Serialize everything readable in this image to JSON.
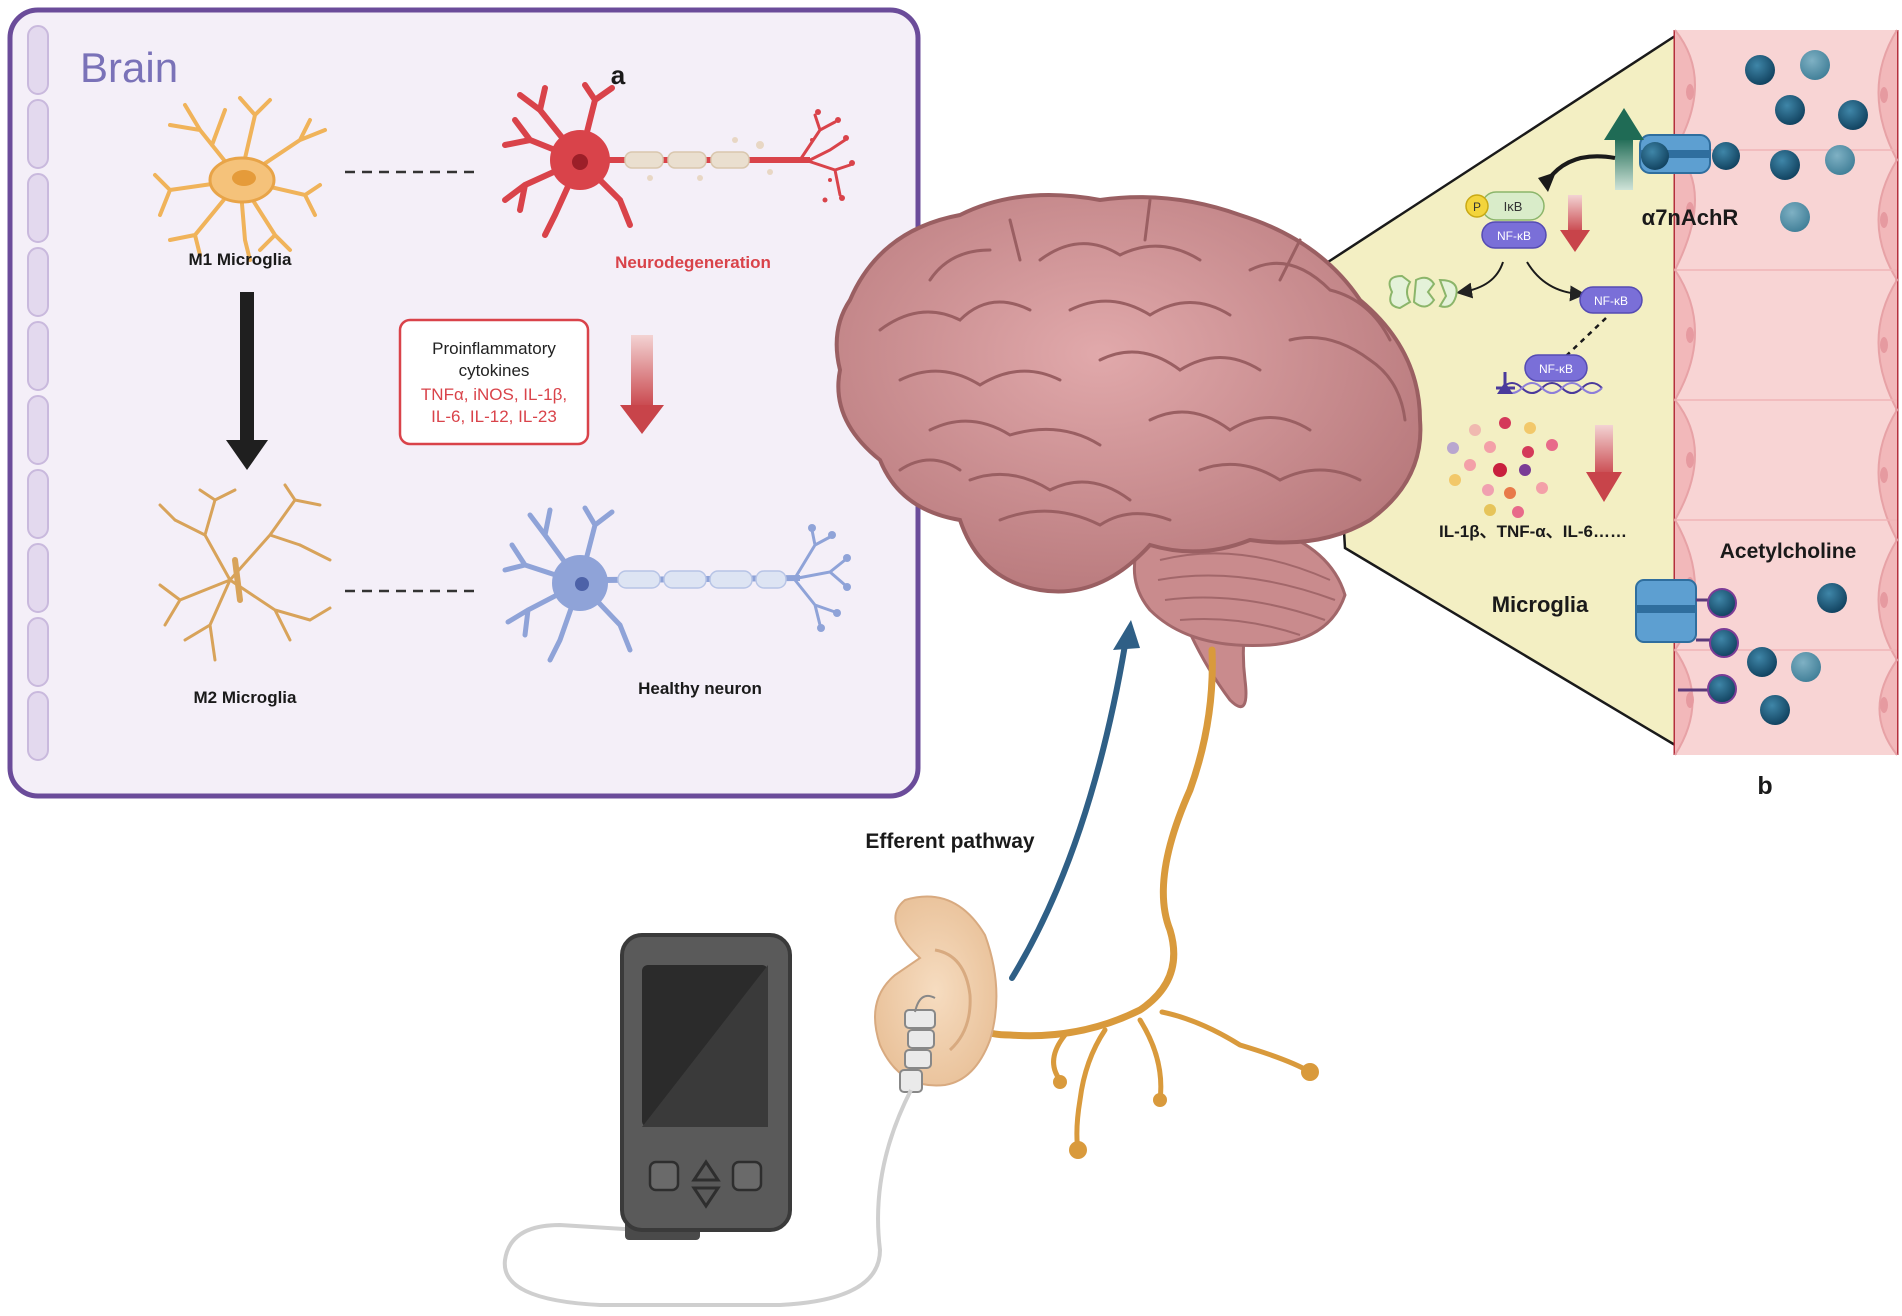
{
  "panel_a": {
    "box_title": "Brain",
    "letter": "a",
    "m1_label": "M1 Microglia",
    "m2_label": "M2 Microglia",
    "neurodegeneration_label": "Neurodegeneration",
    "healthy_neuron_label": "Healthy neuron",
    "cytokine_box": {
      "line1": "Proinflammatory",
      "line2": "cytokines",
      "line3": "TNFα, iNOS, IL-1β,",
      "line4": "IL-6, IL-12, IL-23"
    }
  },
  "panel_b": {
    "letter": "b",
    "receptor_label": "α7nAchR",
    "acetylcholine_label": "Acetylcholine",
    "microglia_label": "Microglia",
    "p_label": "P",
    "ikb_label": "IκB",
    "nfkb_label": "NF-κB",
    "nfkb_free_label": "NF-κB",
    "nfkb_dna_label": "NF-κB",
    "cytokines_label": "IL-1β、TNF-α、IL-6……"
  },
  "pathway": {
    "efferent_label": "Efferent pathway"
  },
  "colors": {
    "panel_border": "#6b4c9a",
    "panel_fill": "#f4eff8",
    "m1_microglia": "#f0b35a",
    "m2_microglia": "#d8a35a",
    "damaged_neuron": "#d9434a",
    "healthy_neuron": "#8fa3d8",
    "brain": "#c98b8d",
    "nerve": "#d99a3c",
    "efferent_arrow": "#2f5f86",
    "triangle": "#f3efc3",
    "vessel": "#f5c9c9",
    "acetylcholine": "#1f5a7a",
    "receptor": "#5d9fd1",
    "down_arrow": "#c8444a"
  }
}
